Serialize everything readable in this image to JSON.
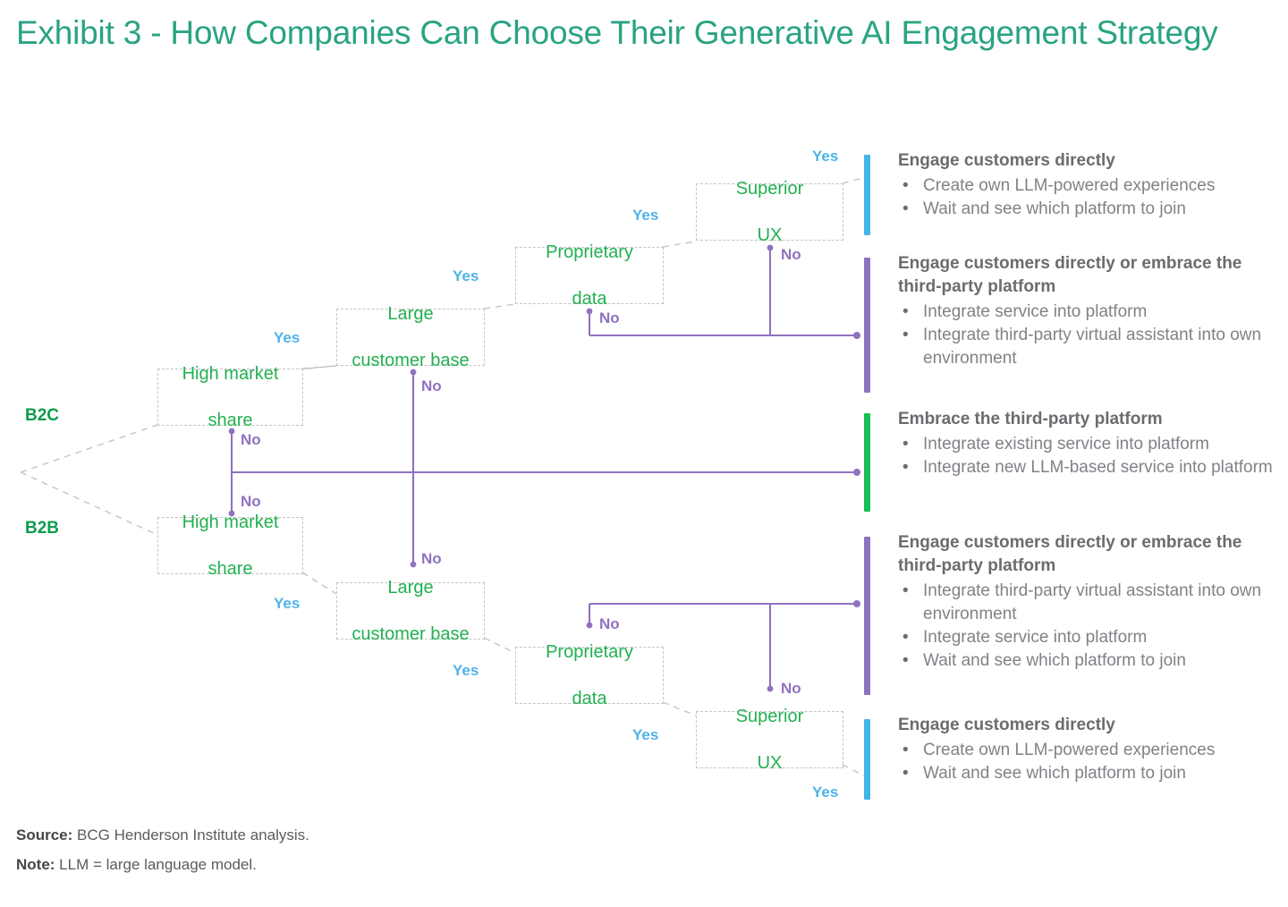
{
  "title": "Exhibit 3 - How Companies Can Choose Their Generative AI Engagement Strategy",
  "colors": {
    "title": "#29a383",
    "node_text": "#22b050",
    "node_border": "#c4c4c4",
    "yes_label": "#4eb3e8",
    "no_label": "#8f72bf",
    "segment_label": "#0d9b4e",
    "wire_solid": "#8f72bf",
    "wire_dashed": "#c4c4c4",
    "bar_blue": "#41b6e6",
    "bar_purple": "#8f72bf",
    "bar_green": "#17bf54",
    "outcome_head": "#6b6b70",
    "outcome_body": "#818188"
  },
  "segments": [
    {
      "label": "B2C"
    },
    {
      "label": "B2B"
    }
  ],
  "nodes": [
    {
      "id": "hms-top",
      "label": "High market\nshare",
      "line1": "High market",
      "line2": "share"
    },
    {
      "id": "lcb-top",
      "label": "Large\ncustomer base",
      "line1": "Large",
      "line2": "customer base"
    },
    {
      "id": "pd-top",
      "label": "Proprietary\ndata",
      "line1": "Proprietary",
      "line2": "data"
    },
    {
      "id": "sux-top",
      "label": "Superior\nUX",
      "line1": "Superior",
      "line2": "UX"
    },
    {
      "id": "hms-bot",
      "label": "High market\nshare",
      "line1": "High market",
      "line2": "share"
    },
    {
      "id": "lcb-bot",
      "label": "Large\ncustomer base",
      "line1": "Large",
      "line2": "customer base"
    },
    {
      "id": "pd-bot",
      "label": "Proprietary\ndata",
      "line1": "Proprietary",
      "line2": "data"
    },
    {
      "id": "sux-bot",
      "label": "Superior\nUX",
      "line1": "Superior",
      "line2": "UX"
    }
  ],
  "edge_labels": {
    "yes": "Yes",
    "no": "No",
    "list": [
      {
        "text": "Yes",
        "kind": "yes"
      },
      {
        "text": "Yes",
        "kind": "yes"
      },
      {
        "text": "Yes",
        "kind": "yes"
      },
      {
        "text": "Yes",
        "kind": "yes"
      },
      {
        "text": "No",
        "kind": "no"
      },
      {
        "text": "No",
        "kind": "no"
      },
      {
        "text": "No",
        "kind": "no"
      },
      {
        "text": "No",
        "kind": "no"
      },
      {
        "text": "Yes",
        "kind": "yes"
      },
      {
        "text": "Yes",
        "kind": "yes"
      },
      {
        "text": "Yes",
        "kind": "yes"
      },
      {
        "text": "Yes",
        "kind": "yes"
      },
      {
        "text": "No",
        "kind": "no"
      },
      {
        "text": "No",
        "kind": "no"
      },
      {
        "text": "No",
        "kind": "no"
      },
      {
        "text": "No",
        "kind": "no"
      }
    ]
  },
  "outcomes": [
    {
      "accent": "blue",
      "heading": "Engage customers directly",
      "bullets": [
        "Create own LLM-powered experiences",
        "Wait and see which platform to join"
      ]
    },
    {
      "accent": "purple",
      "heading": "Engage customers directly or embrace the third-party platform",
      "bullets": [
        "Integrate service into platform",
        "Integrate third-party virtual assistant into own environment"
      ]
    },
    {
      "accent": "green",
      "heading": "Embrace the third-party platform",
      "bullets": [
        "Integrate existing service into platform",
        "Integrate new LLM-based service into platform"
      ]
    },
    {
      "accent": "purple",
      "heading": "Engage customers directly or embrace the third-party platform",
      "bullets": [
        "Integrate third-party virtual assistant into own environment",
        "Integrate service into platform",
        "Wait and see which platform to join"
      ]
    },
    {
      "accent": "blue",
      "heading": "Engage customers directly",
      "bullets": [
        "Create own LLM-powered experiences",
        "Wait and see which platform to join"
      ]
    }
  ],
  "footer": {
    "source_label": "Source:",
    "source_text": " BCG Henderson Institute analysis.",
    "note_label": "Note:",
    "note_text": " LLM = large language model."
  }
}
